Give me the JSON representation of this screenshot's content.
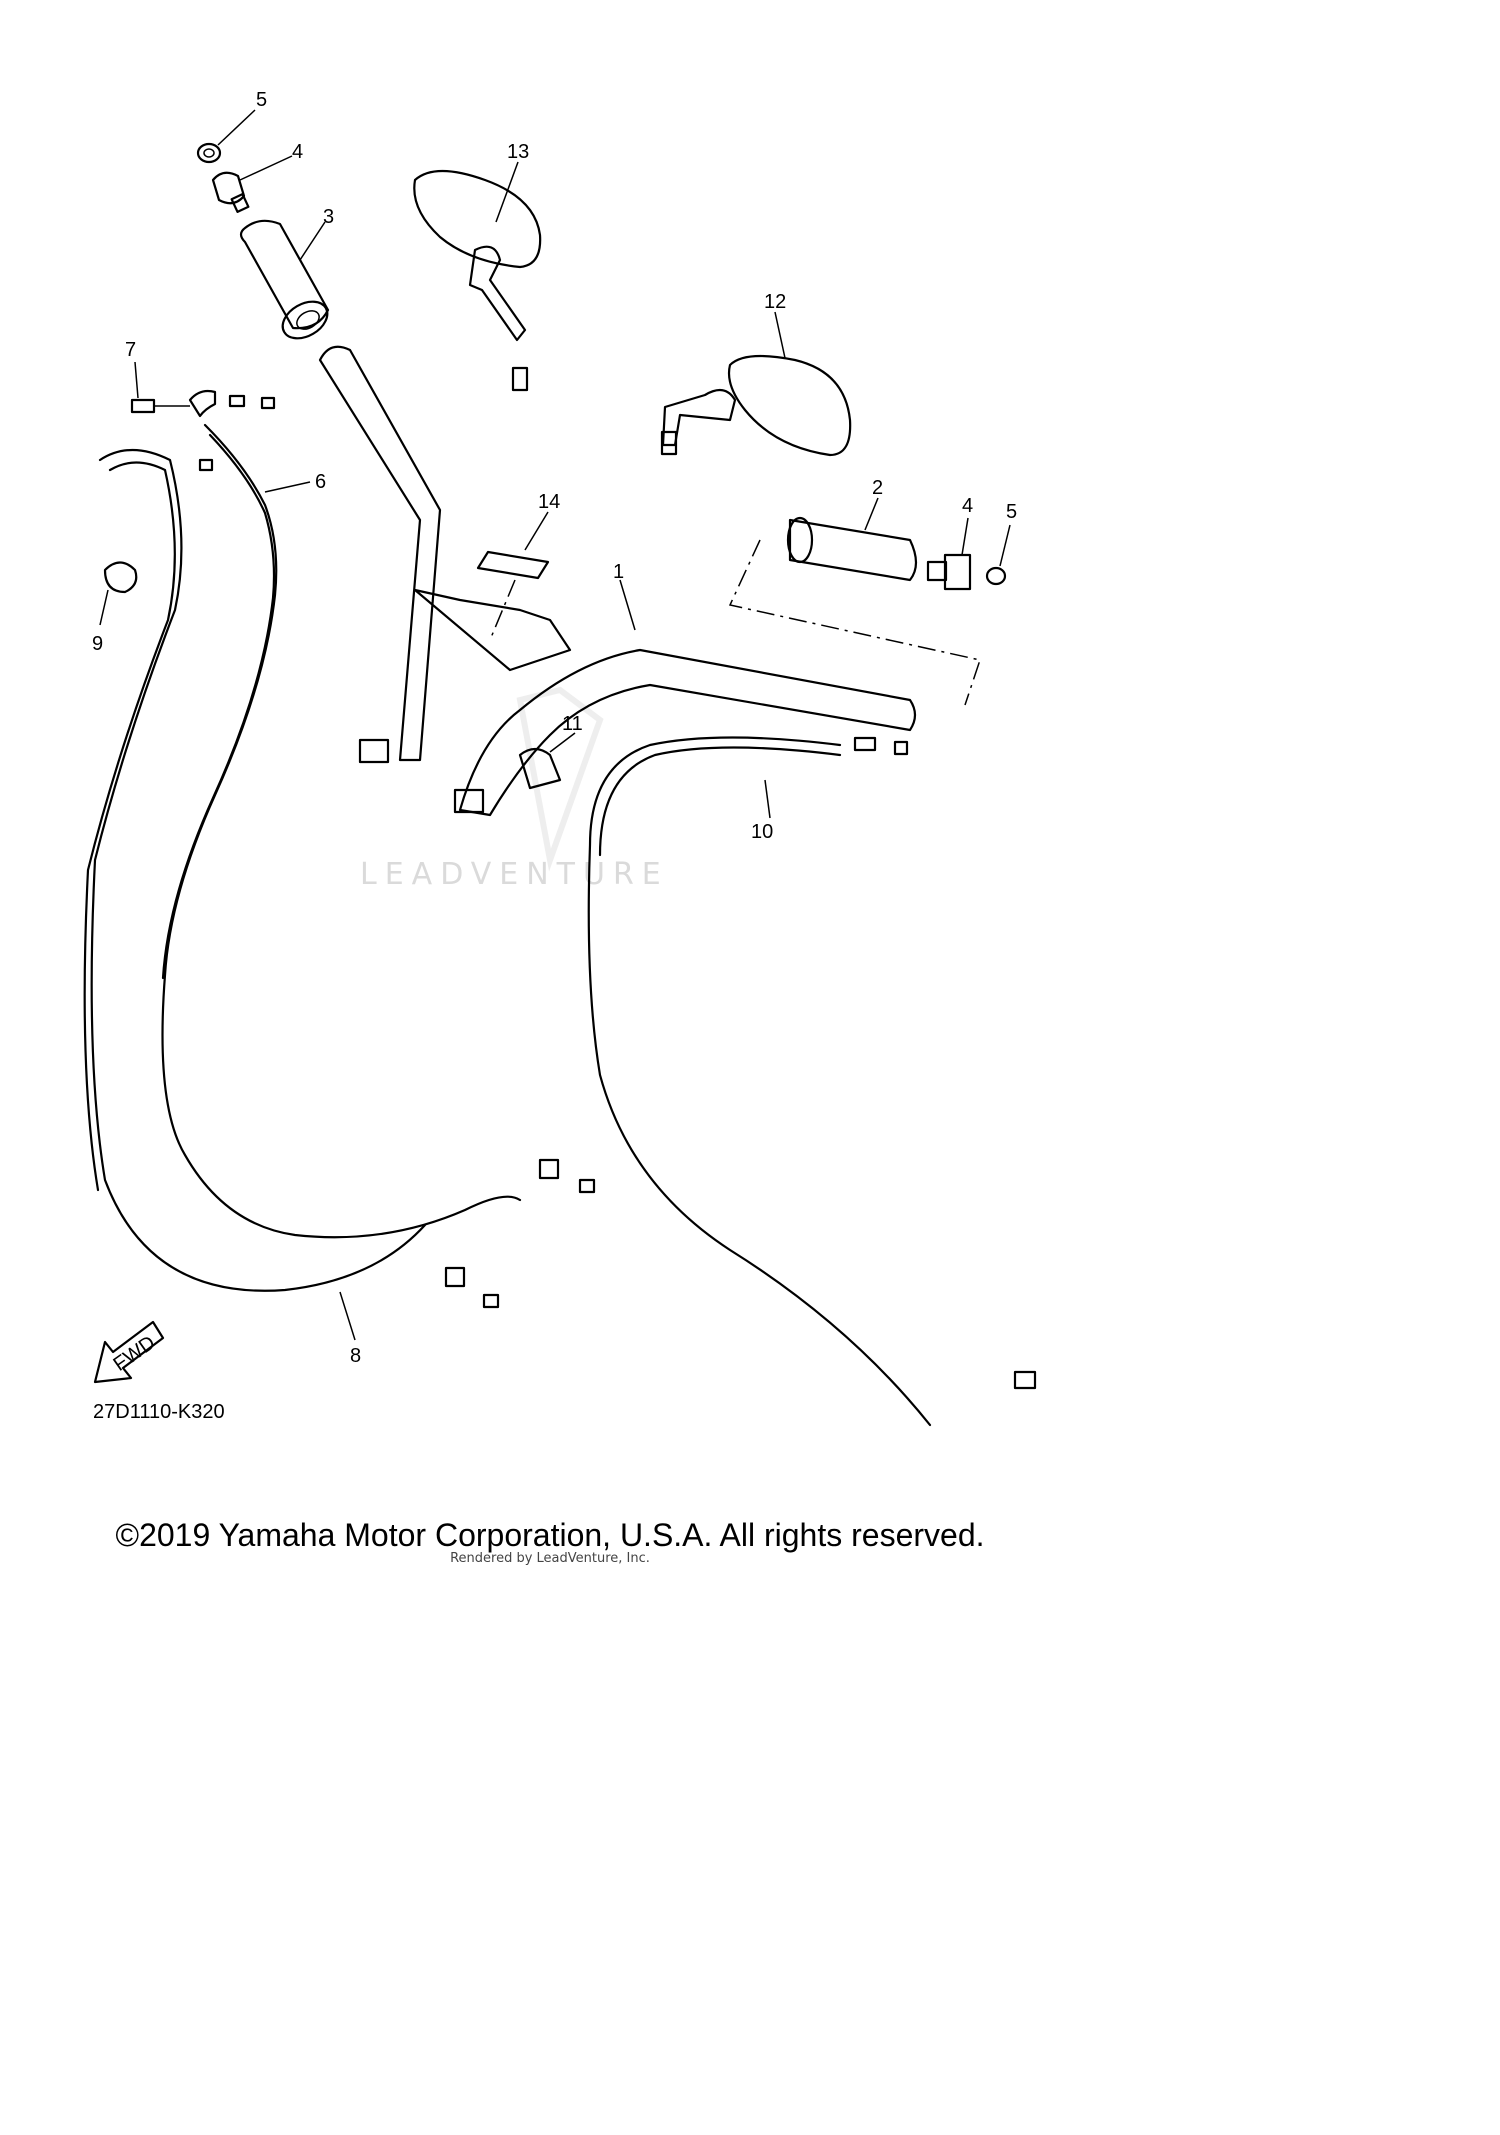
{
  "diagram_code": "27D1110-K320",
  "fwd_label": "FWD",
  "watermark": "LEADVENTURE",
  "copyright": "©2019 Yamaha Motor Corporation, U.S.A. All rights reserved.",
  "rendered_by": "Rendered by LeadVenture, Inc.",
  "callouts": [
    "1",
    "2",
    "3",
    "4",
    "4",
    "5",
    "5",
    "6",
    "7",
    "8",
    "9",
    "10",
    "11",
    "12",
    "13",
    "14"
  ]
}
